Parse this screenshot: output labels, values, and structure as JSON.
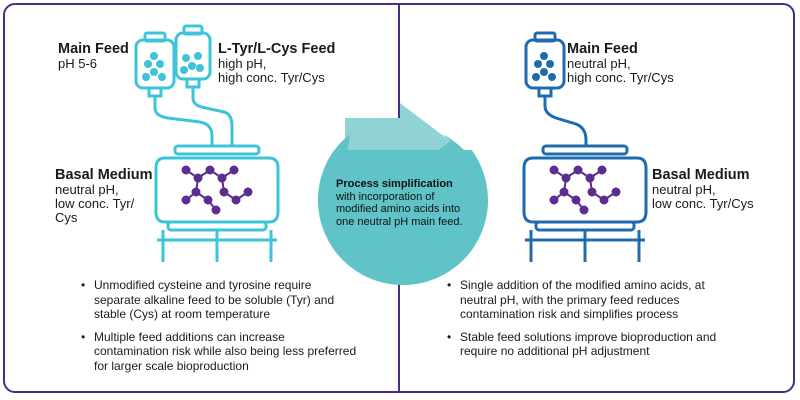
{
  "colors": {
    "frame": "#4a2c82",
    "left_accent": "#3cc4d8",
    "right_accent": "#1f6bb0",
    "molecule": "#5b2d8e",
    "arrow": "#8fd3d6",
    "circle": "#5fc3c7"
  },
  "left": {
    "main_feed": {
      "title": "Main Feed",
      "desc": "pH 5-6"
    },
    "tyr_cys_feed": {
      "title": "L-Tyr/L-Cys Feed",
      "desc": "high pH,\nhigh conc. Tyr/Cys"
    },
    "basal_medium": {
      "title": "Basal Medium",
      "desc": "neutral pH,\nlow conc. Tyr/\nCys"
    },
    "bullets": [
      "Unmodified cysteine and tyrosine require separate alkaline feed to be soluble (Tyr) and stable (Cys) at room temperature",
      "Multiple feed additions can increase contamination risk while also being less preferred for larger scale bioproduction"
    ]
  },
  "center": {
    "title": "Process simplification",
    "desc": "with incorporation of modified amino acids into one neutral pH main feed."
  },
  "right": {
    "main_feed": {
      "title": "Main Feed",
      "desc": "neutral pH,\nhigh conc. Tyr/Cys"
    },
    "basal_medium": {
      "title": "Basal Medium",
      "desc": "neutral pH,\nlow conc. Tyr/Cys"
    },
    "bullets": [
      "Single addition of the modified amino acids, at neutral pH, with the primary feed reduces contamination risk and simplifies process",
      "Stable feed solutions improve bioproduction and require no additional pH adjustment"
    ]
  }
}
